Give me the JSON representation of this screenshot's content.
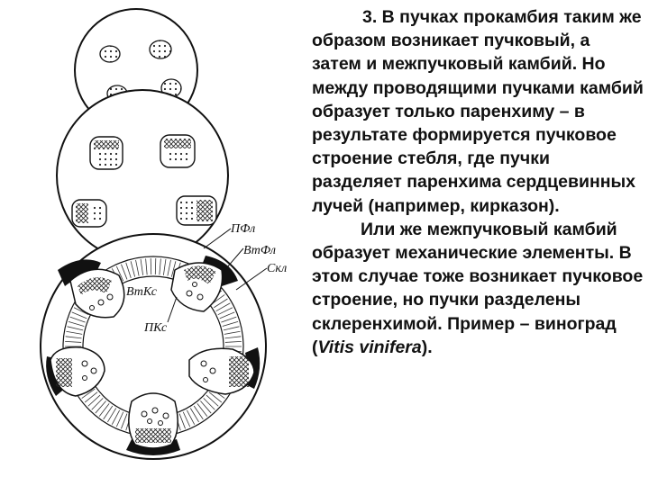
{
  "labels": {
    "pfl": "ПФл",
    "vtfl": "ВтФл",
    "skl": "Скл",
    "vtks": "ВтКс",
    "pks": "ПКс"
  },
  "text": {
    "p1": "3. В пучках прокамбия таким же образом возникает пучковый, а затем и межпучковый камбий. Но между проводящими пучками камбий образует только паренхиму – в результате формируется пучковое строение стебля, где пучки разделяет паренхима сердцевинных лучей (например, кирказон).",
    "p2_before": "Или же межпучковый камбий образует механические элементы. В этом случае тоже возникает пучковое строение, но пучки разделены склеренхимой. Пример – виноград (",
    "latin": "Vitis vinifera",
    "p2_after": ")."
  }
}
